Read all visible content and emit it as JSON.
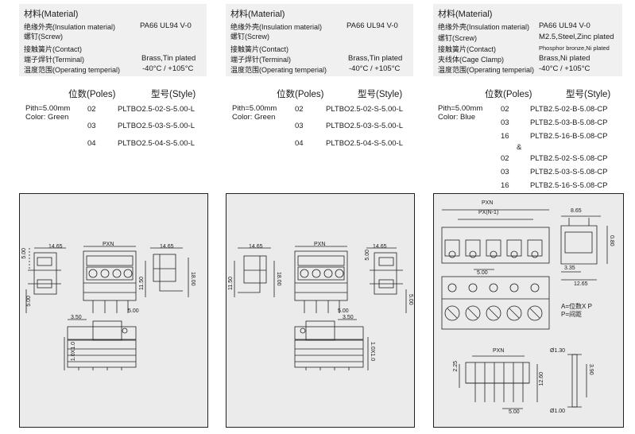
{
  "panels": [
    {
      "material": {
        "title": "材料(Material)",
        "rows": [
          {
            "label": "绝缘外壳(Insulation material)",
            "value": "PA66 UL94 V-0"
          },
          {
            "label": "螺钉(Screw)",
            "value": ""
          },
          {
            "label": "接触簧片(Contact)",
            "value": ""
          },
          {
            "label": "端子焊针(Terminal)",
            "value": "Brass,Tin plated"
          },
          {
            "label": "温度范围(Operating temperial)",
            "value": "-40°C / +105°C"
          }
        ]
      },
      "table": {
        "poles_header": "位数(Poles)",
        "style_header": "型号(Style)",
        "pith": "Pith=5.00mm",
        "color": "Color: Green",
        "rows": [
          {
            "poles": "02",
            "style": "PLTBO2.5-02-S-5.00-L"
          },
          {
            "poles": "03",
            "style": "PLTBO2.5-03-S-5.00-L"
          },
          {
            "poles": "04",
            "style": "PLTBO2.5-04-S-5.00-L"
          }
        ]
      },
      "drawing": {
        "dims": [
          "14.65",
          "PXN",
          "14.65",
          "5.00",
          "11.50",
          "18.00",
          "5.00",
          "5.00",
          "3.50",
          "1.0X1.0"
        ]
      }
    },
    {
      "material": {
        "title": "材料(Material)",
        "rows": [
          {
            "label": "绝缘外壳(Insulation material)",
            "value": "PA66 UL94 V-0"
          },
          {
            "label": "螺钉(Screw)",
            "value": ""
          },
          {
            "label": "接触簧片(Contact)",
            "value": ""
          },
          {
            "label": "端子焊针(Terminal)",
            "value": "Brass,Tin plated"
          },
          {
            "label": "温度范围(Operating temperial)",
            "value": "-40°C / +105°C"
          }
        ]
      },
      "table": {
        "poles_header": "位数(Poles)",
        "style_header": "型号(Style)",
        "pith": "Pith=5.00mm",
        "color": "Color: Green",
        "rows": [
          {
            "poles": "02",
            "style": "PLTBO2.5-02-S-5.00-L"
          },
          {
            "poles": "03",
            "style": "PLTBO2.5-03-S-5.00-L"
          },
          {
            "poles": "04",
            "style": "PLTBO2.5-04-S-5.00-L"
          }
        ]
      },
      "drawing": {
        "dims": [
          "14.65",
          "PXN",
          "5.00",
          "11.50",
          "18.00",
          "14.65",
          "5.00",
          "5.00",
          "3.50",
          "1.0X1.0"
        ]
      }
    },
    {
      "material": {
        "title": "材料(Material)",
        "rows": [
          {
            "label": "绝缘外壳(Insulation material)",
            "value": "PA66 UL94 V-0"
          },
          {
            "label": "螺钉(Screw)",
            "value": "M2.5,Steel,Zinc plated"
          },
          {
            "label": "接触簧片(Contact)",
            "value": "Phosphor bronze,Ni plated"
          },
          {
            "label": "夹线体(Cage Clamp)",
            "value": "Brass,Ni plated"
          },
          {
            "label": "温度范围(Operating temperial)",
            "value": "-40°C / +105°C"
          }
        ]
      },
      "table": {
        "poles_header": "位数(Poles)",
        "style_header": "型号(Style)",
        "pith": "Pith=5.00mm",
        "color": "Color: Blue",
        "amp": "&",
        "rows": [
          {
            "poles": "02",
            "style": "PLTB2.5-02-B-5.08-CP"
          },
          {
            "poles": "03",
            "style": "PLTB2.5-03-B-5.08-CP"
          },
          {
            "poles": "16",
            "style": "PLTB2.5-16-B-5.08-CP"
          },
          {
            "poles": "02",
            "style": "PLTB2.5-02-S-5.08-CP"
          },
          {
            "poles": "03",
            "style": "PLTB2.5-03-S-5.08-CP"
          },
          {
            "poles": "16",
            "style": "PLTB2.5-16-S-5.08-CP"
          }
        ]
      },
      "drawing": {
        "dims": [
          "PXN",
          "PX(N-1)",
          "8.65",
          "0.80",
          "5.00",
          "3.35",
          "12.65",
          "PXN",
          "Ø1.30",
          "2.25",
          "12.60",
          "3.90",
          "5.00",
          "Ø1.00"
        ],
        "legend": [
          "A=位数X P",
          "P=间距"
        ]
      }
    }
  ]
}
